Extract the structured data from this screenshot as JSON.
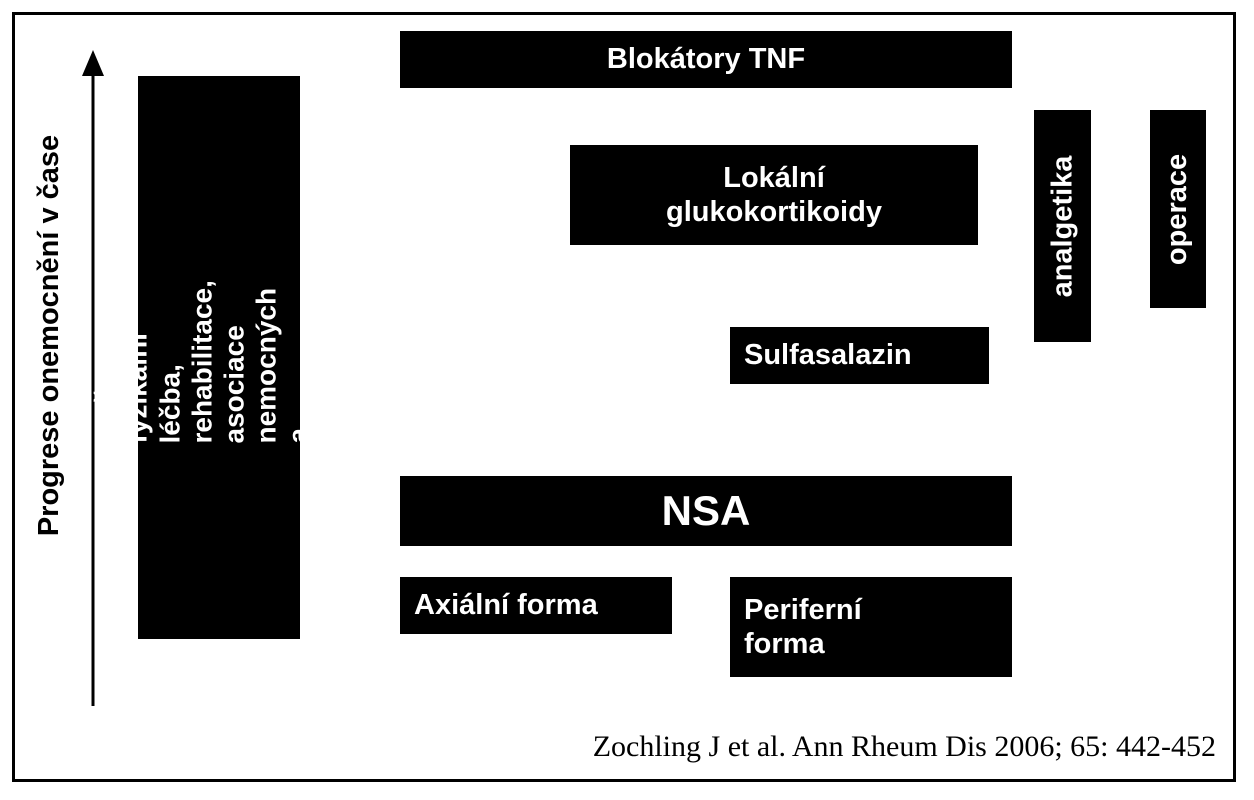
{
  "diagram": {
    "axis_label": "Progrese onemocnění v čase",
    "boxes": {
      "education": "Edukace, cvičení, fyzikální\nléčba, rehabilitace, asociace\nnemocných a svépomocné\nskupiny",
      "tnf_blockers": "Blokátory TNF",
      "local_glucocorticoids": "Lokální\nglukokortikoidy",
      "sulfasalazine": "Sulfasalazin",
      "analgesics": "analgetika",
      "surgery": "operace",
      "nsa": "NSA",
      "axial_form": "Axiální forma",
      "peripheral_form": "Periferní\nforma"
    },
    "citation": "Zochling J et al. Ann Rheum Dis 2006; 65: 442-452"
  },
  "colors": {
    "box_fill": "#000000",
    "box_text": "#ffffff",
    "background": "#ffffff",
    "text": "#000000"
  },
  "icons": {
    "axis_arrow": "up-arrow-icon"
  }
}
